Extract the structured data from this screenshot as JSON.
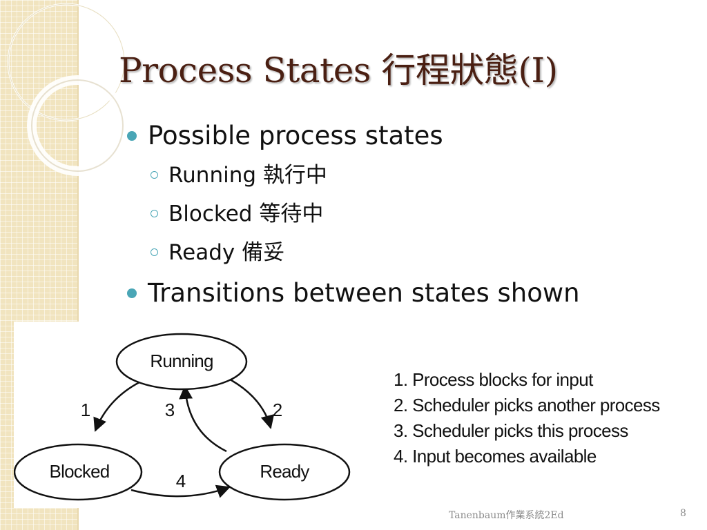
{
  "slide": {
    "title": "Process States 行程狀態(I)",
    "bullets": [
      {
        "text": "Possible process states",
        "sub": [
          "Running 執行中",
          "Blocked 等待中",
          "Ready 備妥"
        ]
      },
      {
        "text": "Transitions between states shown",
        "sub": []
      }
    ]
  },
  "diagram": {
    "states": {
      "running": "Running",
      "blocked": "Blocked",
      "ready": "Ready"
    },
    "transitions": {
      "t1": "1",
      "t2": "2",
      "t3": "3",
      "t4": "4"
    }
  },
  "legend": [
    "1. Process blocks for input",
    "2. Scheduler picks another process",
    "3. Scheduler picks this process",
    "4. Input becomes available"
  ],
  "footer": {
    "source": "Tanenbaum作業系統2Ed",
    "page": "8"
  },
  "colors": {
    "title": "#4a1f12",
    "bullet": "#4aa6b6",
    "strip": "#f1e4bf"
  }
}
